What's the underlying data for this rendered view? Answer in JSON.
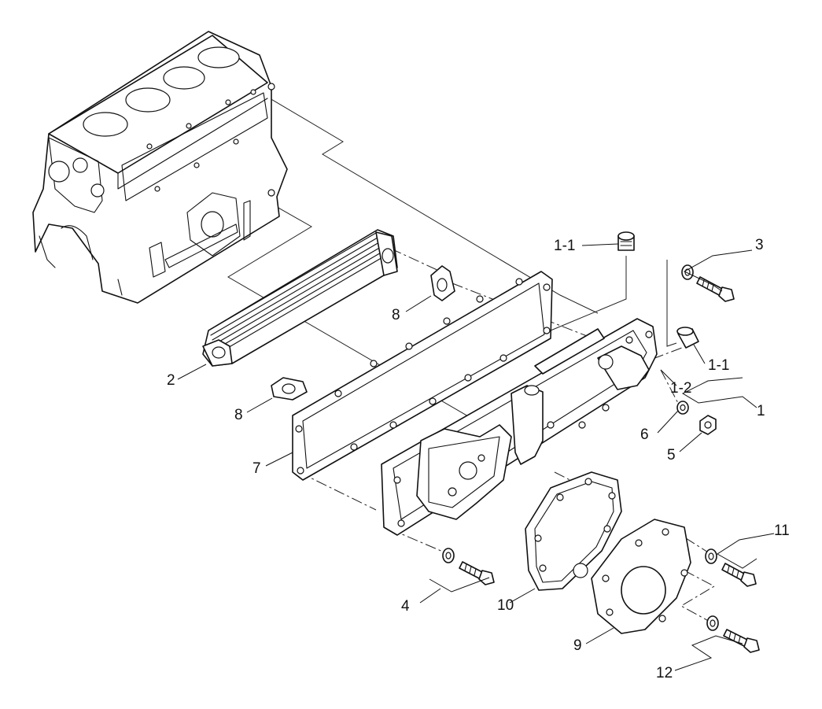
{
  "callouts": {
    "c1": "1",
    "c1_1_top": "1-1",
    "c1_1_right": "1-1",
    "c1_2": "1-2",
    "c2": "2",
    "c3": "3",
    "c4": "4",
    "c5": "5",
    "c6": "6",
    "c7": "7",
    "c8_upper": "8",
    "c8_lower": "8",
    "c9": "9",
    "c10": "10",
    "c11": "11",
    "c12": "12"
  }
}
